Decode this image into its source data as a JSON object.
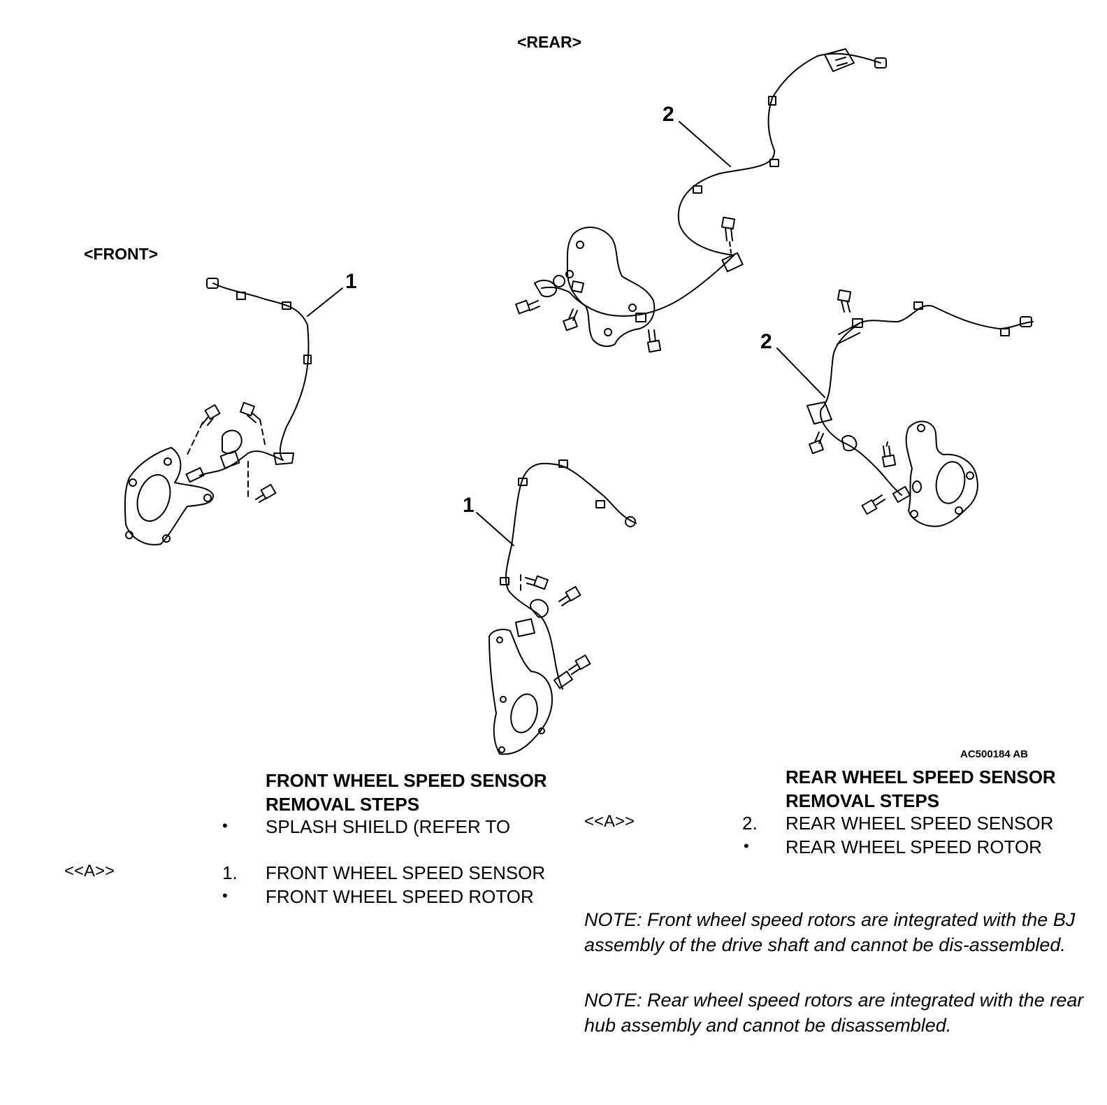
{
  "diagram": {
    "view_rear": "<REAR>",
    "view_front": "<FRONT>",
    "callout_1": "1",
    "callout_2": "2",
    "figure_id": "AC500184 AB"
  },
  "front_section": {
    "heading_line1": "FRONT WHEEL SPEED SENSOR",
    "heading_line2": "REMOVAL STEPS",
    "steps": [
      {
        "mark": "",
        "number": "•",
        "text": "SPLASH SHIELD (REFER TO"
      },
      {
        "mark": "<<A>>",
        "number": "1.",
        "text": "FRONT WHEEL SPEED SENSOR"
      },
      {
        "mark": "",
        "number": "•",
        "text": "FRONT WHEEL SPEED ROTOR"
      }
    ]
  },
  "rear_section": {
    "heading_line1": "REAR WHEEL SPEED SENSOR",
    "heading_line2": "REMOVAL STEPS",
    "steps": [
      {
        "mark": "<<A>>",
        "number": "2.",
        "text": "REAR WHEEL SPEED SENSOR"
      },
      {
        "mark": "",
        "number": "•",
        "text": "REAR WHEEL SPEED ROTOR"
      }
    ]
  },
  "notes": [
    "NOTE: Front wheel speed rotors are integrated with the BJ assembly of the drive shaft and cannot be dis-assembled.",
    "NOTE: Rear wheel speed rotors are integrated with the rear hub assembly and cannot be disassembled."
  ]
}
